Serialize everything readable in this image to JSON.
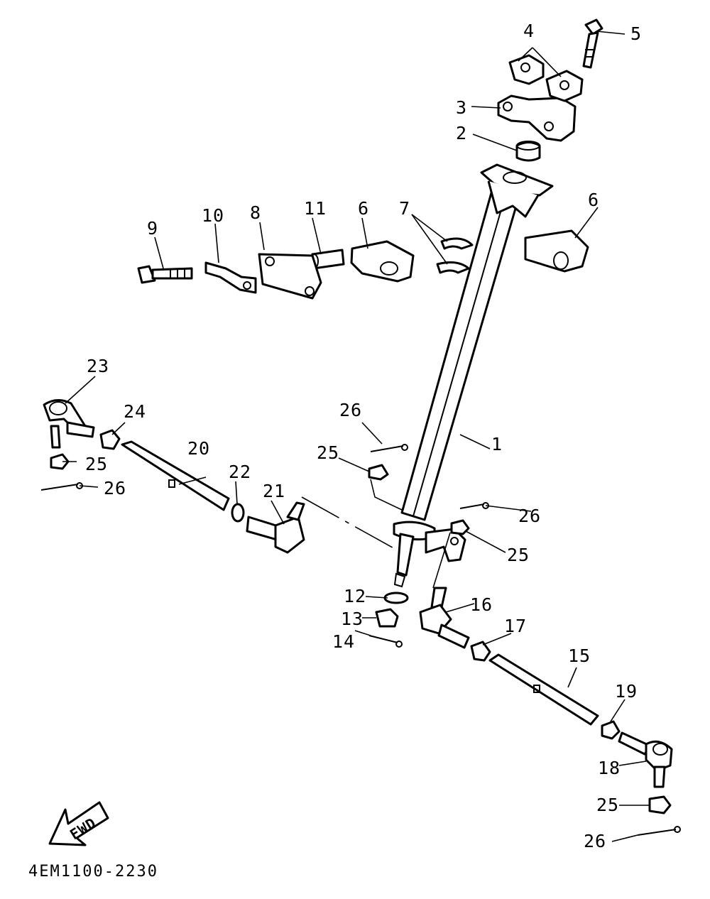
{
  "diagram_code": "4EM1100-2230",
  "fwd_label": "FWD",
  "callouts": [
    {
      "id": "c1",
      "text": "1"
    },
    {
      "id": "c2",
      "text": "2"
    },
    {
      "id": "c3",
      "text": "3"
    },
    {
      "id": "c4",
      "text": "4"
    },
    {
      "id": "c5",
      "text": "5"
    },
    {
      "id": "c6a",
      "text": "6"
    },
    {
      "id": "c6b",
      "text": "6"
    },
    {
      "id": "c7",
      "text": "7"
    },
    {
      "id": "c8",
      "text": "8"
    },
    {
      "id": "c9",
      "text": "9"
    },
    {
      "id": "c10",
      "text": "10"
    },
    {
      "id": "c11",
      "text": "11"
    },
    {
      "id": "c12",
      "text": "12"
    },
    {
      "id": "c13",
      "text": "13"
    },
    {
      "id": "c14",
      "text": "14"
    },
    {
      "id": "c15",
      "text": "15"
    },
    {
      "id": "c16",
      "text": "16"
    },
    {
      "id": "c17",
      "text": "17"
    },
    {
      "id": "c18",
      "text": "18"
    },
    {
      "id": "c19",
      "text": "19"
    },
    {
      "id": "c20",
      "text": "20"
    },
    {
      "id": "c21",
      "text": "21"
    },
    {
      "id": "c22",
      "text": "22"
    },
    {
      "id": "c23",
      "text": "23"
    },
    {
      "id": "c24",
      "text": "24"
    },
    {
      "id": "c25a",
      "text": "25"
    },
    {
      "id": "c25b",
      "text": "25"
    },
    {
      "id": "c25c",
      "text": "25"
    },
    {
      "id": "c25d",
      "text": "25"
    },
    {
      "id": "c26a",
      "text": "26"
    },
    {
      "id": "c26b",
      "text": "26"
    },
    {
      "id": "c26c",
      "text": "26"
    },
    {
      "id": "c26d",
      "text": "26"
    }
  ]
}
